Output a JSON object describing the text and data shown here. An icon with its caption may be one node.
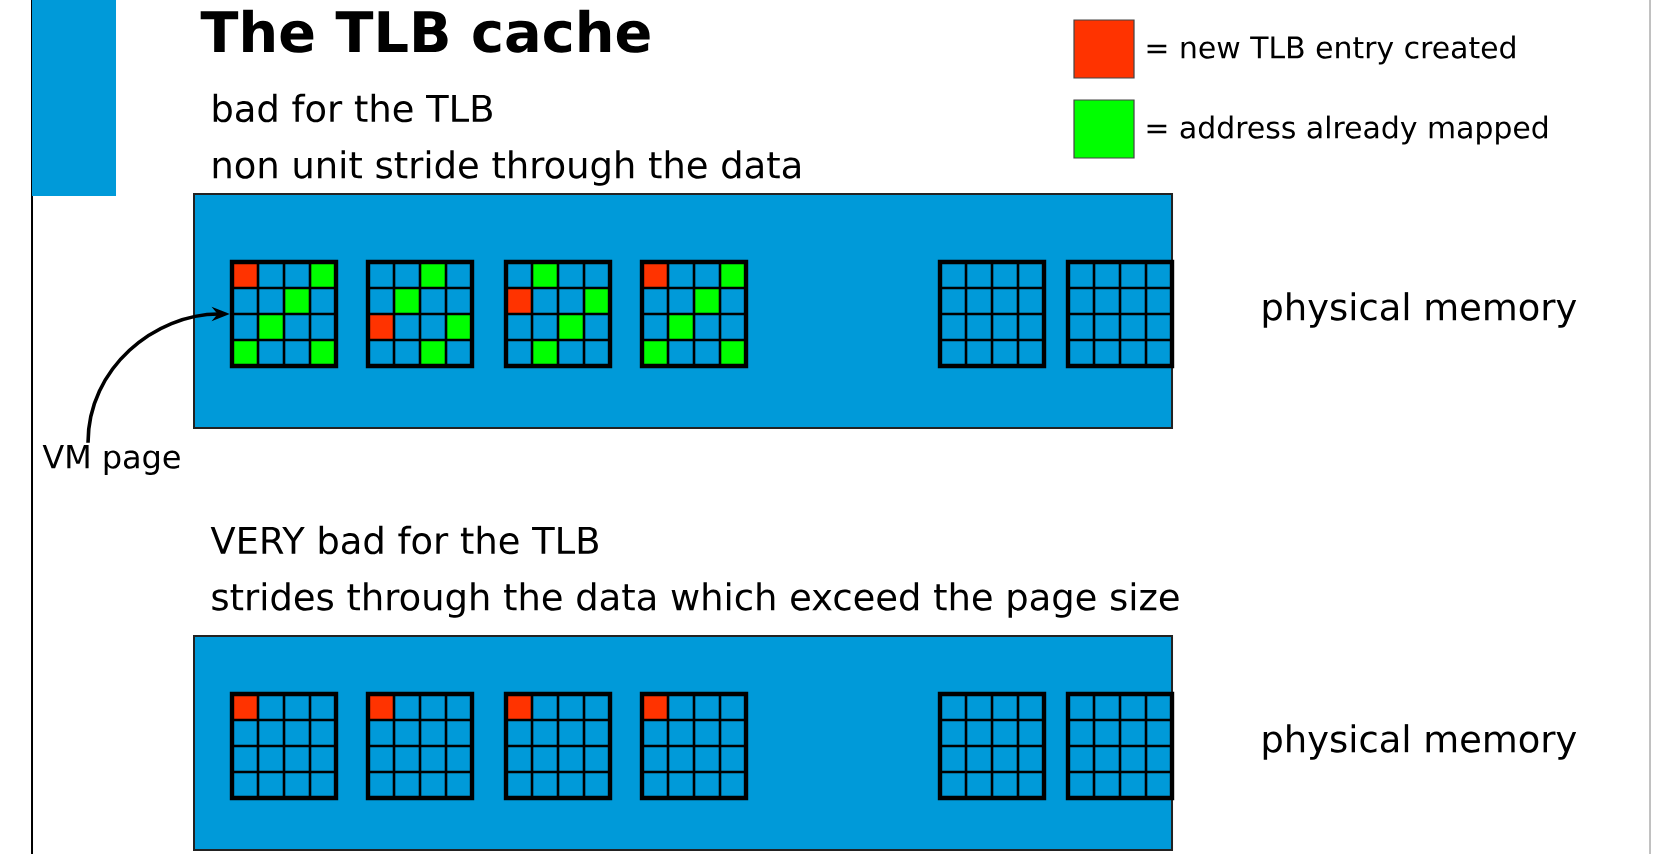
{
  "diagram": {
    "title": "The TLB cache",
    "nodes": [
      {
        "text": [],
        "shape": "box",
        "beside": [
          "physical memory"
        ]
      },
      {
        "text": [],
        "shape": "box",
        "in": 0
      },
      {
        "text": [],
        "shape": "box",
        "in": 0
      },
      {
        "text": [],
        "shape": "box",
        "in": 0
      },
      {
        "text": [],
        "shape": "box",
        "in": 0
      },
      {
        "text": [],
        "shape": "box",
        "in": 0
      },
      {
        "text": [],
        "shape": "box",
        "in": 0
      },
      {
        "text": [
          "VM page"
        ]
      },
      {
        "text": [],
        "shape": "box",
        "beside": [
          "physical memory"
        ]
      },
      {
        "text": [],
        "shape": "box",
        "in": 8
      },
      {
        "text": [],
        "shape": "box",
        "in": 8
      },
      {
        "text": [],
        "shape": "box",
        "in": 8
      },
      {
        "text": [],
        "shape": "box",
        "in": 8
      },
      {
        "text": [],
        "shape": "box",
        "in": 8
      },
      {
        "text": [],
        "shape": "box",
        "in": 8
      }
    ],
    "edges": [
      {
        "from": 7,
        "to": 1,
        "arrow": "to"
      }
    ],
    "labels": [
      "bad for the TLB",
      "non unit stride through the data",
      "VERY bad for the TLB",
      "strides through the data which exceed the page size"
    ],
    "legend": [
      {
        "text": "= new TLB entry created",
        "color": "#ff3300"
      },
      {
        "text": "= address already mapped",
        "color": "#00ff00"
      }
    ]
  }
}
